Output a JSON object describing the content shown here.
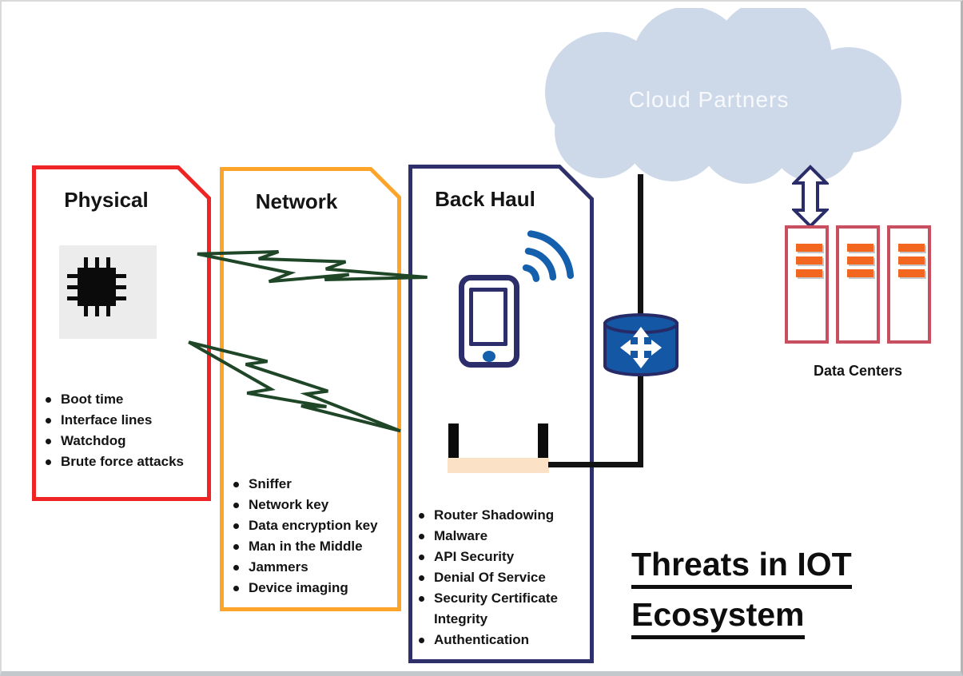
{
  "title": {
    "line1": "Threats in IOT",
    "line2": "Ecosystem"
  },
  "panels": [
    {
      "title": "Physical",
      "border_color": "#ee2524",
      "icon": "chip-icon",
      "items": [
        "Boot time",
        "Interface lines",
        "Watchdog",
        "Brute force attacks"
      ]
    },
    {
      "title": "Network",
      "border_color": "#fda42a",
      "icon": "lightning-bolt-icon",
      "items": [
        "Sniffer",
        "Network key",
        "Data encryption key",
        "Man in the Middle",
        "Jammers",
        "Device imaging"
      ]
    },
    {
      "title": "Back Haul",
      "border_color": "#2e2f6b",
      "icon": "smartphone-icon",
      "items": [
        "Router Shadowing",
        "Malware",
        "API Security",
        "Denial Of Service",
        "Security Certificate Integrity",
        "Authentication"
      ]
    }
  ],
  "cloud": {
    "label": "Cloud Partners",
    "fill": "#cdd9e9",
    "label_color": "#f7f9fc"
  },
  "data_centers": {
    "label": "Data Centers",
    "racks": 3,
    "bars_per_rack": 3,
    "rack_border_color": "#c84f5f",
    "bar_color": "#f2661f"
  },
  "colors": {
    "physical_border": "#ee2524",
    "network_border": "#fda42a",
    "backhaul_border": "#2e2f6b",
    "lightning_green": "#1e4627",
    "device_blue": "#1560ad",
    "connector_black": "#121212",
    "router_body_peach": "#fbe2c6",
    "cloud_fill": "#cdd9e9"
  },
  "icons": {
    "chip": "chip-icon",
    "smartphone": "smartphone-icon",
    "wifi": "wifi-signal-icon",
    "router": "wifi-router-icon",
    "switch": "network-switch-icon",
    "move_arrows": "four-way-arrow-icon",
    "cloud_link_arrow": "up-down-arrow-icon",
    "lightning": "lightning-bolt-icon",
    "cloud": "cloud-shape"
  }
}
